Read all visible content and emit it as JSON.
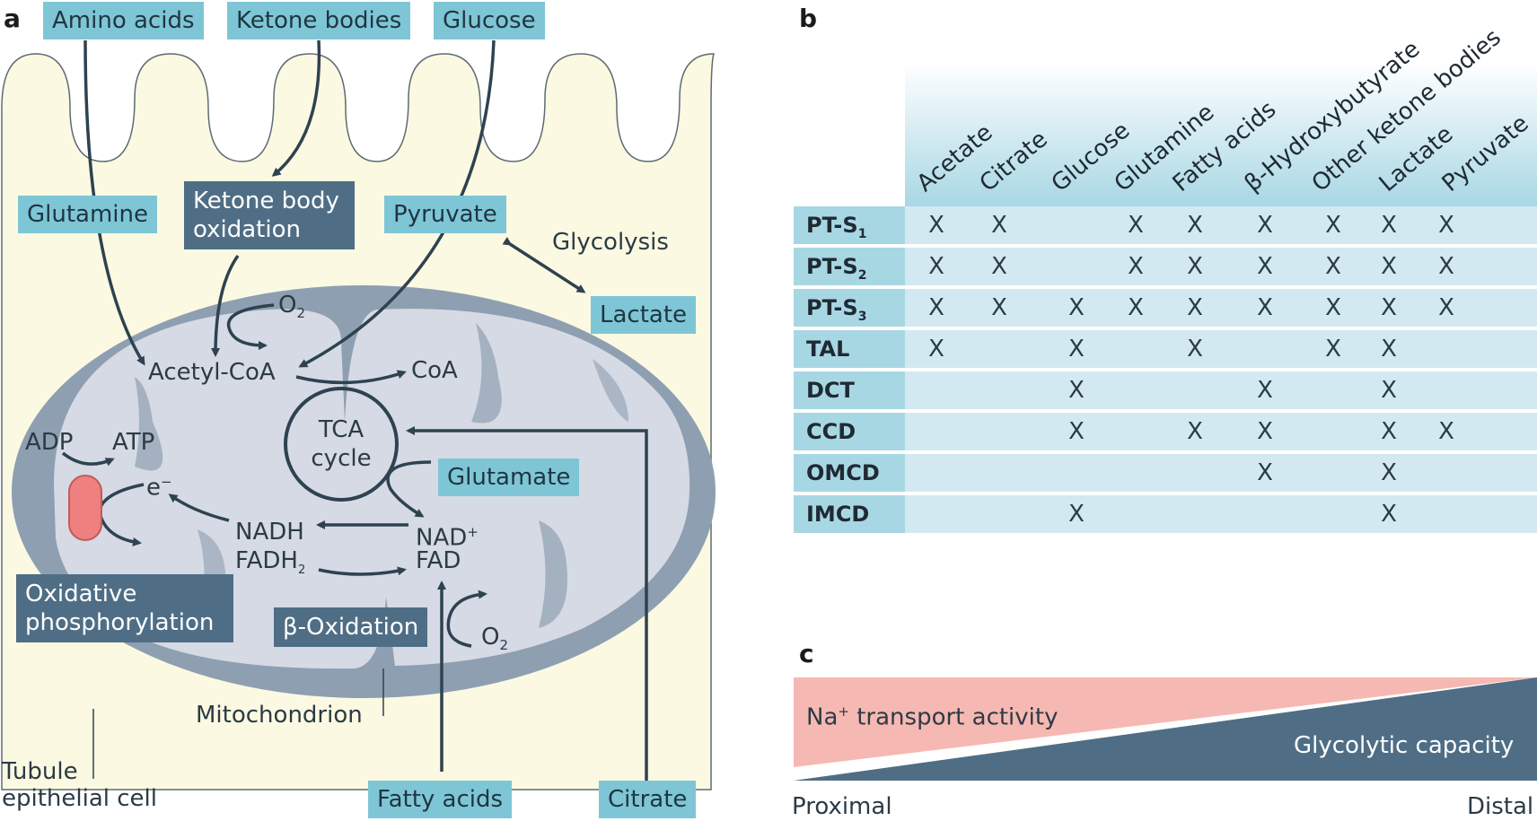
{
  "panel_a": {
    "letter": "a",
    "inputs_top": {
      "amino_acids": "Amino acids",
      "ketone_bodies": "Ketone bodies",
      "glucose": "Glucose"
    },
    "inputs_bottom": {
      "fatty_acids": "Fatty acids",
      "citrate": "Citrate"
    },
    "glutamine": "Glutamine",
    "ketone_body_oxidation": "Ketone body oxidation",
    "pyruvate": "Pyruvate",
    "glycolysis": "Glycolysis",
    "lactate": "Lactate",
    "o2": "O",
    "o2_sub": "2",
    "acetyl_coa": "Acetyl-CoA",
    "coa": "CoA",
    "tca_cycle": "TCA cycle",
    "adp": "ADP",
    "atp": "ATP",
    "electron": "e",
    "electron_sup": "−",
    "glutamate": "Glutamate",
    "nadh": "NADH",
    "fadh": "FADH",
    "fadh_sub": "2",
    "nad": "NAD",
    "nad_sup": "+",
    "fad": "FAD",
    "oxidative_phosphorylation": "Oxidative phosphorylation",
    "beta_oxidation": "β-Oxidation",
    "mitochondrion": "Mitochondrion",
    "tubule_cell": "Tubule epithelial cell",
    "colors": {
      "cell": "#fbf9e1",
      "mito_outer": "#8e9fb1",
      "mito_inner": "#d5dae4",
      "light_box": "#7ec6d6",
      "dark_box": "#4f6e85",
      "atp_synthase": "#ee8080"
    }
  },
  "panel_b": {
    "letter": "b",
    "columns": [
      "Acetate",
      "Citrate",
      "Glucose",
      "Glutamine",
      "Fatty acids",
      "β-Hydroxybutyrate",
      "Other ketone bodies",
      "Lactate",
      "Pyruvate"
    ],
    "rows": [
      {
        "name": "PT-S",
        "sub": "1",
        "marks": [
          "X",
          "X",
          "",
          "X",
          "X",
          "X",
          "X",
          "X",
          "X"
        ]
      },
      {
        "name": "PT-S",
        "sub": "2",
        "marks": [
          "X",
          "X",
          "",
          "X",
          "X",
          "X",
          "X",
          "X",
          "X"
        ]
      },
      {
        "name": "PT-S",
        "sub": "3",
        "marks": [
          "X",
          "X",
          "X",
          "X",
          "X",
          "X",
          "X",
          "X",
          "X"
        ]
      },
      {
        "name": "TAL",
        "sub": "",
        "marks": [
          "X",
          "",
          "X",
          "",
          "X",
          "",
          "X",
          "X",
          ""
        ]
      },
      {
        "name": "DCT",
        "sub": "",
        "marks": [
          "",
          "",
          "X",
          "",
          "",
          "X",
          "",
          "X",
          ""
        ]
      },
      {
        "name": "CCD",
        "sub": "",
        "marks": [
          "",
          "",
          "X",
          "",
          "X",
          "X",
          "",
          "X",
          "X"
        ]
      },
      {
        "name": "OMCD",
        "sub": "",
        "marks": [
          "",
          "",
          "",
          "",
          "",
          "X",
          "",
          "X",
          ""
        ]
      },
      {
        "name": "IMCD",
        "sub": "",
        "marks": [
          "",
          "",
          "X",
          "",
          "",
          "",
          "",
          "X",
          ""
        ]
      }
    ]
  },
  "panel_c": {
    "letter": "c",
    "na_label": "Na",
    "na_sup": "+",
    "na_rest": " transport activity",
    "glycolytic": "Glycolytic capacity",
    "proximal": "Proximal",
    "distal": "Distal",
    "colors": {
      "na": "#f6b8b2",
      "glyco": "#4f6e85"
    }
  }
}
